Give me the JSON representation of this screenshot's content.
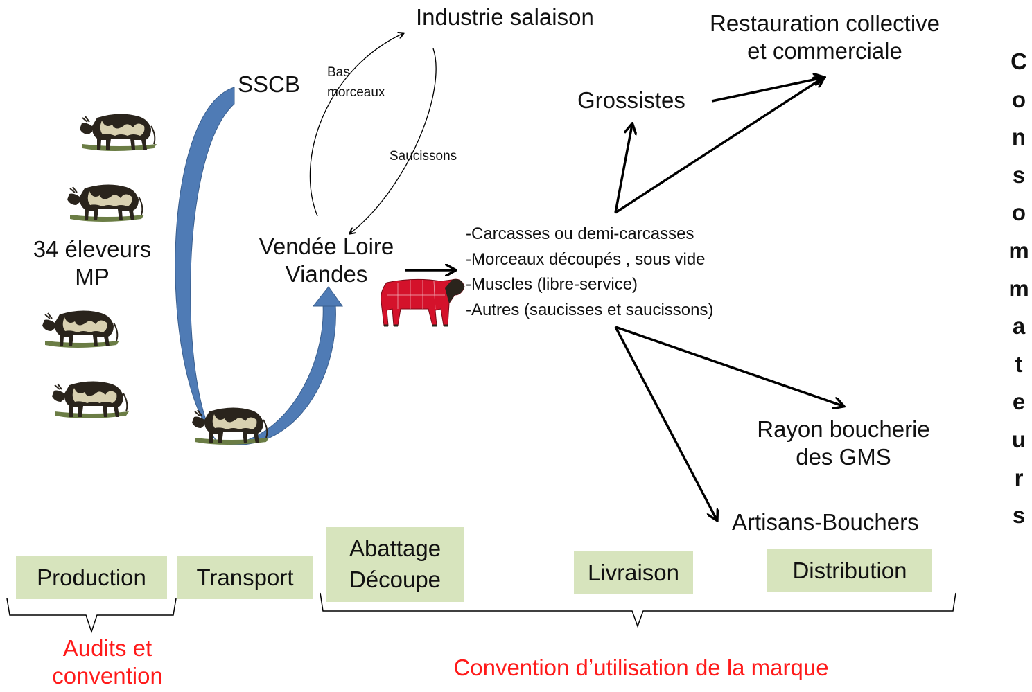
{
  "actors": {
    "eleveurs": [
      "34 éleveurs",
      "MP"
    ],
    "sscb": "SSCB",
    "industrie": "Industrie salaison",
    "vendee": [
      "Vendée Loire",
      "Viandes"
    ],
    "restauration": [
      "Restauration collective",
      "et commerciale"
    ],
    "grossistes": "Grossistes",
    "rayon": [
      "Rayon boucherie",
      "des GMS"
    ],
    "artisans": "Artisans-Bouchers"
  },
  "flows": {
    "bas_morceaux": [
      "Bas",
      "morceaux"
    ],
    "saucissons": "Saucissons"
  },
  "products": [
    "-Carcasses ou demi-carcasses",
    "-Morceaux découpés , sous vide",
    "-Muscles (libre-service)",
    "-Autres (saucisses et saucissons)"
  ],
  "consumers": [
    "C",
    "o",
    "n",
    "s",
    "o",
    "m",
    "m",
    "a",
    "t",
    "e",
    "u",
    "r",
    "s"
  ],
  "stages": {
    "production": "Production",
    "transport": "Transport",
    "abattage": [
      "Abattage",
      "Découpe"
    ],
    "livraison": "Livraison",
    "distribution": "Distribution"
  },
  "brackets": {
    "audits": [
      "Audits et",
      "convention"
    ],
    "convention": "Convention d’utilisation de la marque"
  },
  "colors": {
    "stage_fill": "#d7e4bd",
    "red_text": "#ff1a1a",
    "blue_arrow": "#4f7bb5",
    "cow_body": "#2a241c",
    "beef_red": "#d4122b"
  },
  "icons": [
    "cow-icon",
    "beef-cuts-icon"
  ]
}
